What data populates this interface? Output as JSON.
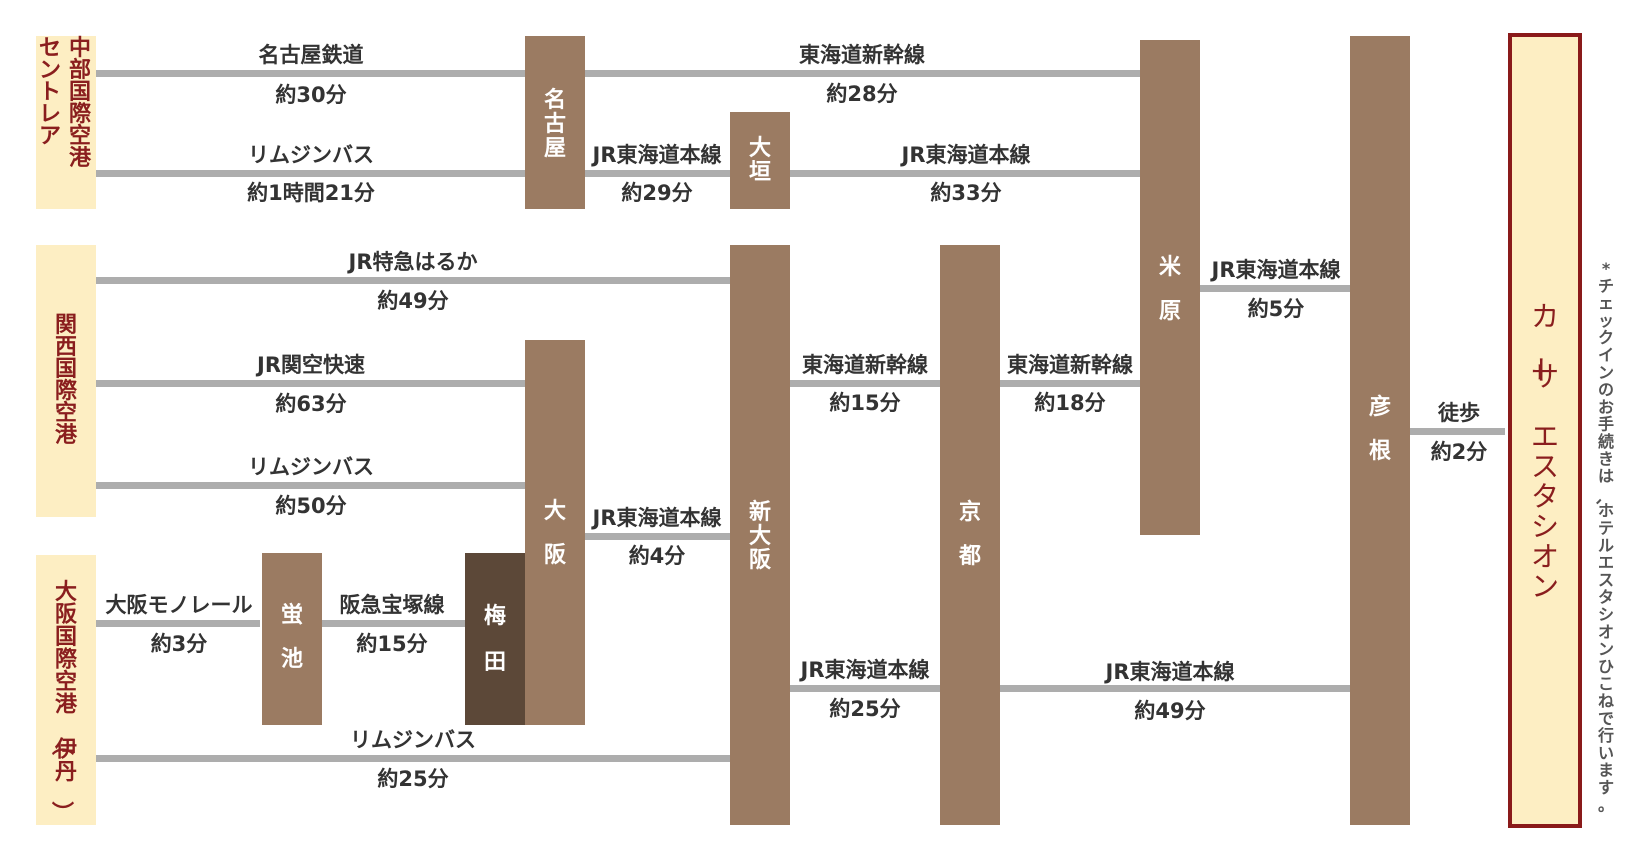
{
  "colors": {
    "airport_fill": "#fdeec3",
    "station_fill": "#9b7b62",
    "station_dark_fill": "#5c4838",
    "line": "#adadad",
    "hotel_border": "#8a1a1a",
    "airport_text": "#8a1e1e"
  },
  "airports": {
    "centrair": [
      "中部国際空港",
      "セントレア"
    ],
    "kansai": [
      "関西国際空港"
    ],
    "itami": [
      "大阪国際空港（伊丹）"
    ]
  },
  "stations": {
    "nagoya": "名古屋",
    "ogaki": "大垣",
    "osaka": "大阪",
    "shin_osaka": "新大阪",
    "kyoto": "京都",
    "maibara": "米原",
    "hikone": "彦根",
    "hotaruike": "蛍池",
    "umeda": "梅田"
  },
  "hotel": {
    "name": "カーサ　エスタシオン"
  },
  "note": "*チェックインのお手続きは、ホテルエスタシオンひこねで行います。",
  "routes": {
    "centrair_nagoya_rail": {
      "name": "名古屋鉄道",
      "time": "約30分"
    },
    "nagoya_maibara_shinkansen": {
      "name": "東海道新幹線",
      "time": "約28分"
    },
    "centrair_nagoya_bus": {
      "name": "リムジンバス",
      "time": "約1時間21分"
    },
    "nagoya_ogaki": {
      "name": "JR東海道本線",
      "time": "約29分"
    },
    "ogaki_maibara": {
      "name": "JR東海道本線",
      "time": "約33分"
    },
    "kansai_haruka": {
      "name": "JR特急はるか",
      "time": "約49分"
    },
    "kansai_rapid": {
      "name": "JR関空快速",
      "time": "約63分"
    },
    "kansai_bus": {
      "name": "リムジンバス",
      "time": "約50分"
    },
    "itami_monorail": {
      "name": "大阪モノレール",
      "time": "約3分"
    },
    "hankyu_takarazuka": {
      "name": "阪急宝塚線",
      "time": "約15分"
    },
    "itami_bus": {
      "name": "リムジンバス",
      "time": "約25分"
    },
    "osaka_shinosaka": {
      "name": "JR東海道本線",
      "time": "約4分"
    },
    "shinosaka_kyoto_shinkansen": {
      "name": "東海道新幹線",
      "time": "約15分"
    },
    "kyoto_maibara_shinkansen": {
      "name": "東海道新幹線",
      "time": "約18分"
    },
    "maibara_hikone": {
      "name": "JR東海道本線",
      "time": "約5分"
    },
    "hikone_walk": {
      "name": "徒歩",
      "time": "約2分"
    },
    "shinosaka_kyoto_jr": {
      "name": "JR東海道本線",
      "time": "約25分"
    },
    "kyoto_hikone_jr": {
      "name": "JR東海道本線",
      "time": "約49分"
    }
  }
}
